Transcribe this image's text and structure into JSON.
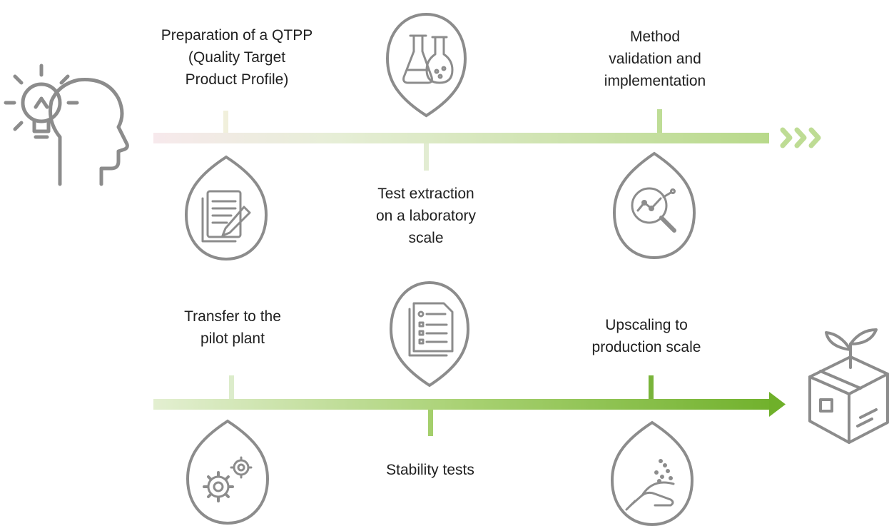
{
  "row1": {
    "steps": [
      {
        "id": "qtpp",
        "icon": "document-pen-icon",
        "lines": [
          "Preparation of a QTPP",
          "(Quality Target",
          "Product Profile)"
        ]
      },
      {
        "id": "lab-extraction",
        "icon": "flasks-icon",
        "lines": [
          "Test extraction",
          "on a laboratory",
          "scale"
        ]
      },
      {
        "id": "validation",
        "icon": "magnifier-chart-icon",
        "lines": [
          "Method",
          "validation and",
          "implementation"
        ]
      }
    ],
    "start_icon": "lightbulb-head-icon",
    "end_icon": "triple-chevron-icon"
  },
  "row2": {
    "steps": [
      {
        "id": "pilot-plant",
        "icon": "gears-icon",
        "lines": [
          "Transfer to the",
          "pilot plant"
        ]
      },
      {
        "id": "stability",
        "icon": "report-document-icon",
        "lines": [
          "Stability tests"
        ]
      },
      {
        "id": "upscaling",
        "icon": "hand-powder-icon",
        "lines": [
          "Upscaling to",
          "production scale"
        ]
      }
    ],
    "end_icon": "box-sprout-icon"
  },
  "colors": {
    "timeline_start": "#f6e8ea",
    "timeline_mid": "#cfe3b0",
    "timeline_end": "#72b12a",
    "icon_stroke": "#8c8c8c",
    "text": "#1f1f1f"
  }
}
